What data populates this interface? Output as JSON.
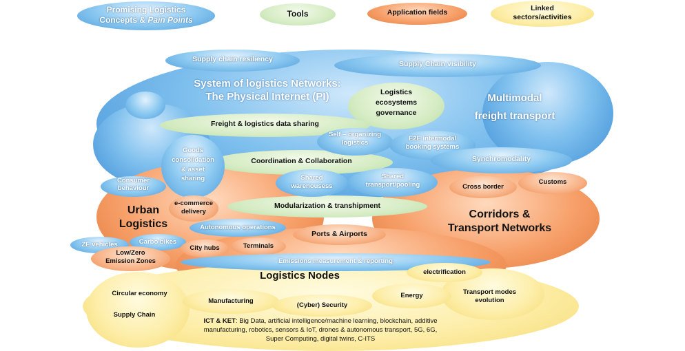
{
  "legend": {
    "concepts_line1": "Promising Logistics",
    "concepts_line2": "Concepts & ",
    "concepts_italic": "Pain Points",
    "tools": "Tools",
    "application_fields": "Application fields",
    "linked_line1": "Linked",
    "linked_line2": "sectors/activities"
  },
  "concepts": {
    "supply_chain_resiliency": "Supply chain resiliency",
    "supply_chain_visibility": "Supply Chain visibility",
    "pi_line1": "System of logistics Networks:",
    "pi_line2": "The Physical Internet (PI)",
    "multimodal_line1": "Multimodal",
    "multimodal_line2": "freight transport",
    "goods_line1": "Goods",
    "goods_line2": "consolidation",
    "goods_line3": "& asset",
    "goods_line4": "sharing",
    "self_org_line1": "Self – organizing",
    "self_org_line2": "logistics",
    "eze_line1": "E2E intermodal",
    "eze_line2": "booking systems",
    "synchromodality": "Synchromodality",
    "consumer_line1": "Consumer",
    "consumer_line2": "behaviour",
    "shared_wh_line1": "Shared",
    "shared_wh_line2": "warehousess",
    "shared_tr_line1": "Shared",
    "shared_tr_line2": "transport/pooling",
    "autonomous": "Autonomous operations",
    "ze_vehicles": "ZE vehicles",
    "cargo_bikes": "Carbo bikes",
    "emissions": "Emissions measurement & reporting"
  },
  "tools": {
    "ecosystems_line1": "Logistics",
    "ecosystems_line2": "ecosystems",
    "ecosystems_line3": "governance",
    "data_sharing": "Freight & logistics data sharing",
    "coordination": "Coordination & Collaboration",
    "modularization": "Modularization & transhipment"
  },
  "fields": {
    "urban_line1": "Urban",
    "urban_line2": "Logistics",
    "ecommerce_line1": "e-commerce",
    "ecommerce_line2": "delivery",
    "corridors_line1": "Corridors &",
    "corridors_line2": "Transport Networks",
    "cross_border": "Cross border",
    "customs": "Customs",
    "ports": "Ports & Airports",
    "city_hubs": "City hubs",
    "terminals": "Terminals",
    "lowzero_line1": "Low/Zero",
    "lowzero_line2": "Emission Zones",
    "nodes": "Logistics Nodes"
  },
  "linked": {
    "electrification": "electrification",
    "circular": "Circular economy",
    "manufacturing": "Manufacturing",
    "security": "(Cyber) Security",
    "energy": "Energy",
    "transport_modes_line1": "Transport modes",
    "transport_modes_line2": "evolution",
    "supply_chain": "Supply Chain",
    "ict_bold": "ICT & KET",
    "ict_line1": ": Big Data, artificial intelligence/machine learning, blockchain, additive",
    "ict_line2": "manufacturing, robotics, sensors & IoT, drones & autonomous transport, 5G, 6G,",
    "ict_line3": "Super Computing, digital twins, C-ITS"
  }
}
